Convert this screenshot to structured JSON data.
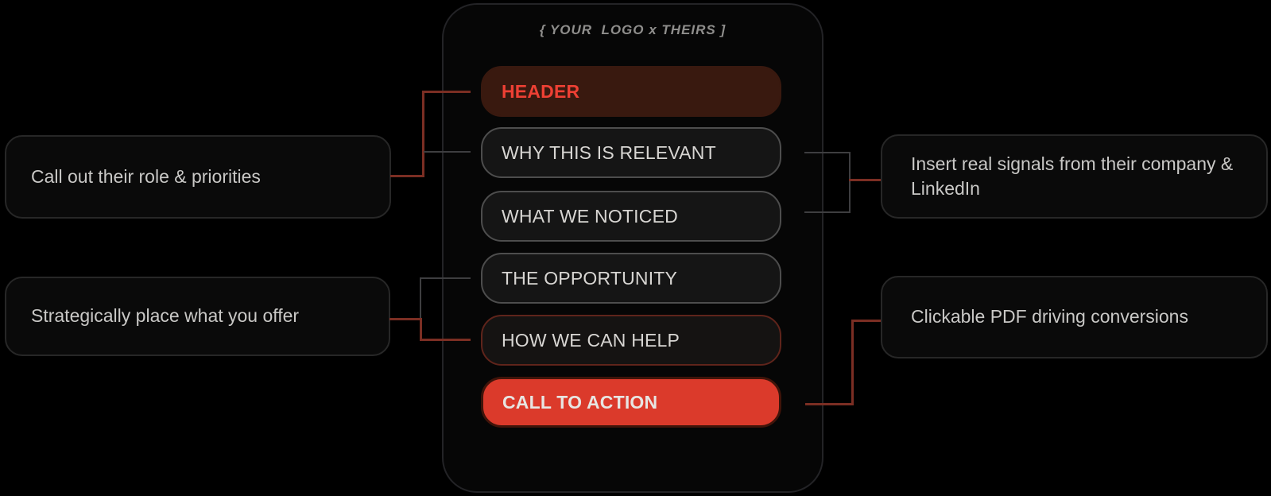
{
  "panel": {
    "logo_label": "{ YOUR  LOGO x THEIRS ]",
    "sections": [
      {
        "label": "HEADER",
        "style": "header"
      },
      {
        "label": "WHY THIS IS RELEVANT",
        "style": "outline"
      },
      {
        "label": "WHAT WE NOTICED",
        "style": "outline"
      },
      {
        "label": "THE OPPORTUNITY",
        "style": "outline"
      },
      {
        "label": "HOW WE CAN HELP",
        "style": "outline-red"
      },
      {
        "label": "CALL TO ACTION",
        "style": "cta"
      }
    ]
  },
  "annotations": {
    "left_top": "Call out their role & priorities",
    "left_bottom": "Strategically place what you offer",
    "right_top": "Insert real signals from their company & LinkedIn",
    "right_bottom": "Clickable PDF driving conversions"
  },
  "colors": {
    "background": "#000000",
    "accent_red": "#db3a2b",
    "header_text_red": "#ee4034",
    "header_pill_bg": "#39190f",
    "red_pill_border": "#5f241b",
    "gray_pill_border": "#4d4d4d",
    "connector_red": "#7b2e23",
    "connector_gray": "#3e3e40",
    "pill_text": "#d8d6d3",
    "annotation_text": "#c9c8c6",
    "logo_label_text": "#8f8e8c"
  }
}
